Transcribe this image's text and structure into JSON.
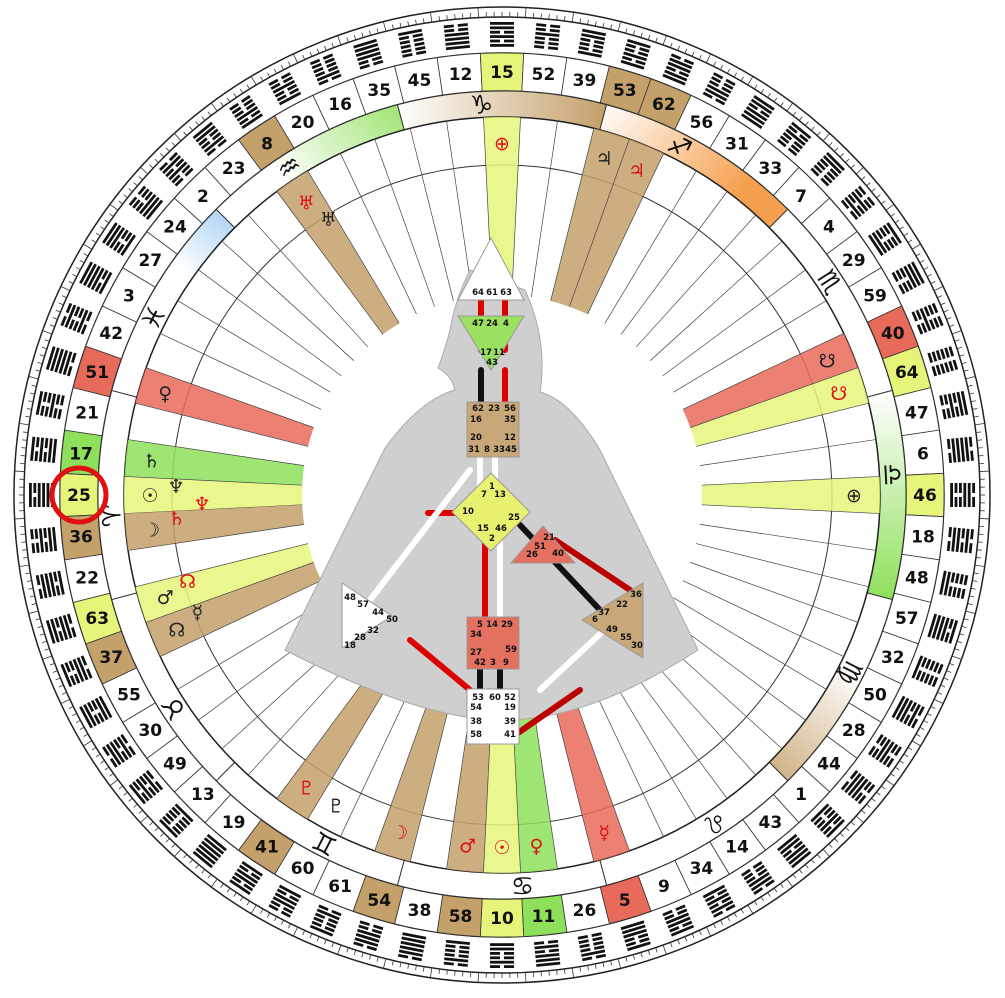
{
  "colors": {
    "tan": "#c4a06a",
    "yellow": "#e6f57a",
    "green": "#8ee05a",
    "red": "#e86a5a",
    "white": "#ffffff",
    "highlight_ring": "#e01010",
    "black_planet": "#222222",
    "red_planet": "#dd1111",
    "center_defined_yellow": "#e8f070",
    "center_defined_green": "#9be060",
    "center_defined_red": "#e47060",
    "center_defined_tan": "#c8a878",
    "body_gray": "#cfcfcf"
  },
  "highlight": {
    "gate": "25",
    "style": "red-circle"
  },
  "gates": [
    {
      "n": "25",
      "c": "yellow"
    },
    {
      "n": "17",
      "c": "green"
    },
    {
      "n": "21",
      "c": "white"
    },
    {
      "n": "51",
      "c": "red"
    },
    {
      "n": "42",
      "c": "white"
    },
    {
      "n": "3",
      "c": "white"
    },
    {
      "n": "27",
      "c": "white"
    },
    {
      "n": "24",
      "c": "white"
    },
    {
      "n": "2",
      "c": "white"
    },
    {
      "n": "23",
      "c": "white"
    },
    {
      "n": "8",
      "c": "tan"
    },
    {
      "n": "20",
      "c": "white"
    },
    {
      "n": "16",
      "c": "white"
    },
    {
      "n": "35",
      "c": "white"
    },
    {
      "n": "45",
      "c": "white"
    },
    {
      "n": "12",
      "c": "white"
    },
    {
      "n": "15",
      "c": "yellow"
    },
    {
      "n": "52",
      "c": "white"
    },
    {
      "n": "39",
      "c": "white"
    },
    {
      "n": "53",
      "c": "tan"
    },
    {
      "n": "62",
      "c": "tan"
    },
    {
      "n": "56",
      "c": "white"
    },
    {
      "n": "31",
      "c": "white"
    },
    {
      "n": "33",
      "c": "white"
    },
    {
      "n": "7",
      "c": "white"
    },
    {
      "n": "4",
      "c": "white"
    },
    {
      "n": "29",
      "c": "white"
    },
    {
      "n": "59",
      "c": "white"
    },
    {
      "n": "40",
      "c": "red"
    },
    {
      "n": "64",
      "c": "yellow"
    },
    {
      "n": "47",
      "c": "white"
    },
    {
      "n": "6",
      "c": "white"
    },
    {
      "n": "46",
      "c": "yellow"
    },
    {
      "n": "18",
      "c": "white"
    },
    {
      "n": "48",
      "c": "white"
    },
    {
      "n": "57",
      "c": "white"
    },
    {
      "n": "32",
      "c": "white"
    },
    {
      "n": "50",
      "c": "white"
    },
    {
      "n": "28",
      "c": "white"
    },
    {
      "n": "44",
      "c": "white"
    },
    {
      "n": "1",
      "c": "white"
    },
    {
      "n": "43",
      "c": "white"
    },
    {
      "n": "14",
      "c": "white"
    },
    {
      "n": "34",
      "c": "white"
    },
    {
      "n": "9",
      "c": "white"
    },
    {
      "n": "5",
      "c": "red"
    },
    {
      "n": "26",
      "c": "white"
    },
    {
      "n": "11",
      "c": "green"
    },
    {
      "n": "10",
      "c": "yellow"
    },
    {
      "n": "58",
      "c": "tan"
    },
    {
      "n": "38",
      "c": "white"
    },
    {
      "n": "54",
      "c": "tan"
    },
    {
      "n": "61",
      "c": "white"
    },
    {
      "n": "60",
      "c": "white"
    },
    {
      "n": "41",
      "c": "tan"
    },
    {
      "n": "19",
      "c": "white"
    },
    {
      "n": "13",
      "c": "white"
    },
    {
      "n": "49",
      "c": "white"
    },
    {
      "n": "30",
      "c": "white"
    },
    {
      "n": "55",
      "c": "white"
    },
    {
      "n": "37",
      "c": "tan"
    },
    {
      "n": "63",
      "c": "yellow"
    },
    {
      "n": "22",
      "c": "white"
    },
    {
      "n": "36",
      "c": "tan"
    }
  ],
  "zodiac": [
    {
      "glyph": "♑",
      "name": "capricorn",
      "c": "tan"
    },
    {
      "glyph": "♐",
      "name": "sagittarius",
      "c": "orange"
    },
    {
      "glyph": "♏",
      "name": "scorpio",
      "c": "white"
    },
    {
      "glyph": "♎",
      "name": "libra",
      "c": "green"
    },
    {
      "glyph": "♍",
      "name": "virgo",
      "c": "tan"
    },
    {
      "glyph": "♌",
      "name": "leo",
      "c": "white"
    },
    {
      "glyph": "♋",
      "name": "cancer",
      "c": "blue"
    },
    {
      "glyph": "♊",
      "name": "gemini",
      "c": "green"
    },
    {
      "glyph": "♉",
      "name": "taurus",
      "c": "tan"
    },
    {
      "glyph": "♈",
      "name": "aries",
      "c": "orange"
    },
    {
      "glyph": "♓",
      "name": "pisces",
      "c": "blue"
    },
    {
      "glyph": "♒",
      "name": "aquarius",
      "c": "green"
    }
  ],
  "planets": [
    {
      "g": "♂",
      "col": "red",
      "gate": "58"
    },
    {
      "g": "☉",
      "col": "red",
      "gate": "10"
    },
    {
      "g": "♀",
      "col": "red",
      "gate": "11"
    },
    {
      "g": "☽",
      "col": "red",
      "gate": "54"
    },
    {
      "g": "☿",
      "col": "red",
      "gate": "5"
    },
    {
      "g": "♇",
      "col": "black",
      "gate": "60"
    },
    {
      "g": "♇",
      "col": "red",
      "gate": "41"
    },
    {
      "g": "☊",
      "col": "black",
      "gate": "37"
    },
    {
      "g": "☿",
      "col": "black",
      "gate": "37"
    },
    {
      "g": "♂",
      "col": "black",
      "gate": "63"
    },
    {
      "g": "☊",
      "col": "red",
      "gate": "63"
    },
    {
      "g": "☽",
      "col": "black",
      "gate": "36"
    },
    {
      "g": "♄",
      "col": "red",
      "gate": "36"
    },
    {
      "g": "☉",
      "col": "black",
      "gate": "25"
    },
    {
      "g": "♆",
      "col": "black",
      "gate": "25"
    },
    {
      "g": "♆",
      "col": "red",
      "gate": "25"
    },
    {
      "g": "♄",
      "col": "black",
      "gate": "17"
    },
    {
      "g": "♀",
      "col": "black",
      "gate": "51"
    },
    {
      "g": "⊕",
      "col": "black",
      "gate": "46"
    },
    {
      "g": "☋",
      "col": "red",
      "gate": "64"
    },
    {
      "g": "☋",
      "col": "black",
      "gate": "40"
    },
    {
      "g": "♃",
      "col": "red",
      "gate": "62"
    },
    {
      "g": "♃",
      "col": "black",
      "gate": "53"
    },
    {
      "g": "⊕",
      "col": "red",
      "gate": "15"
    },
    {
      "g": "♅",
      "col": "red",
      "gate": "8"
    },
    {
      "g": "♅",
      "col": "black",
      "gate": "8"
    }
  ],
  "centers": {
    "head": {
      "nums": [
        "64",
        "61",
        "63"
      ]
    },
    "ajna": {
      "nums": [
        "47",
        "24",
        "4",
        "17",
        "11",
        "43"
      ]
    },
    "throat": {
      "nums": [
        "62",
        "23",
        "56",
        "16",
        "35",
        "20",
        "12",
        "31",
        "8",
        "33",
        "45"
      ]
    },
    "g": {
      "nums": [
        "1",
        "7",
        "13",
        "10",
        "15",
        "46",
        "25",
        "2"
      ]
    },
    "ego": {
      "nums": [
        "21",
        "51",
        "26",
        "40"
      ]
    },
    "spleen": {
      "nums": [
        "48",
        "57",
        "44",
        "50",
        "32",
        "28",
        "18"
      ]
    },
    "sacral": {
      "nums": [
        "5",
        "14",
        "29",
        "34",
        "27",
        "59",
        "42",
        "3",
        "9"
      ]
    },
    "solar": {
      "nums": [
        "36",
        "22",
        "37",
        "6",
        "49",
        "55",
        "30"
      ]
    },
    "root": {
      "nums": [
        "53",
        "60",
        "52",
        "54",
        "19",
        "38",
        "39",
        "58",
        "41"
      ]
    }
  }
}
